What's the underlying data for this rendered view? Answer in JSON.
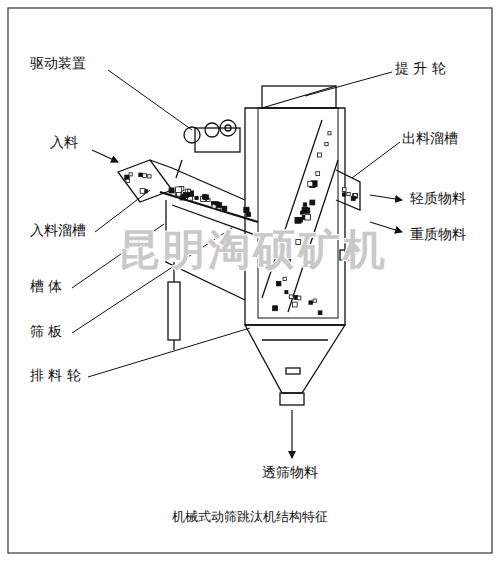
{
  "diagram": {
    "caption": "机械式动筛跳汰机结构特征",
    "labels": [
      "驱动装置",
      "提 升 轮",
      "入料",
      "出料溜槽",
      "轻质物料",
      "重质物料",
      "入料溜槽",
      "槽 体",
      "昆明淘硕矿机",
      "筛 板",
      "排 料 轮",
      "透筛物料"
    ]
  }
}
